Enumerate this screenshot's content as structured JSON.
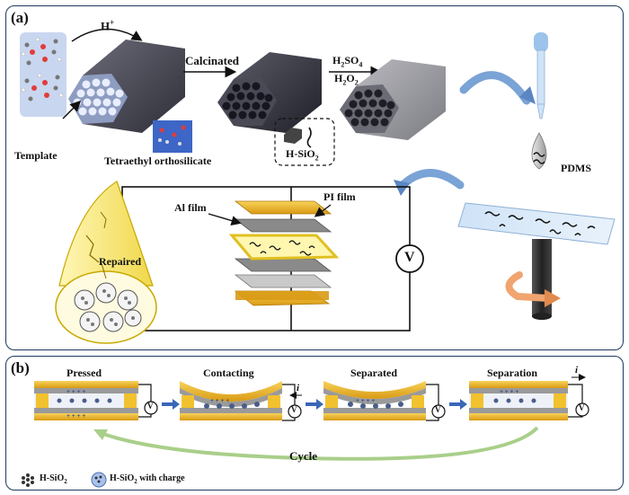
{
  "panel_a": {
    "label": "(a)",
    "acid": "H",
    "acid_sup": "+",
    "template": "Template",
    "tetraethyl": "Tetraethyl orthosilicate",
    "calcinated": "Calcinated",
    "h2so4": "H",
    "h2so4_sub": "2",
    "h2so4_tail": "SO",
    "h2so4_sub2": "4",
    "h2o2": "H",
    "h2o2_sub": "2",
    "h2o2_o": "O",
    "h2o2_sub2": "2",
    "hsio2": "H-SiO",
    "hsio2_sub": "2",
    "pdms": "PDMS",
    "al_film": "Al film",
    "pi_film": "PI film",
    "repaired": "Repaired",
    "voltmeter": "V"
  },
  "panel_b": {
    "label": "(b)",
    "stages": [
      "Pressed",
      "Contacting",
      "Separated",
      "Separation"
    ],
    "current": "i",
    "voltmeter": "V",
    "cycle": "Cycle",
    "legend_hsio2": "H-SiO",
    "legend_hsio2_sub": "2",
    "legend_charge_prefix": "H-SiO",
    "legend_charge_sub": "2",
    "legend_charge_suffix": " with charge",
    "plus_signs": "+ + + +"
  },
  "colors": {
    "border": "#1e3a5f",
    "gold": "#f2c12e",
    "gray": "#9a9a9a",
    "hexdark": "#3d3d45",
    "arrow_blue": "#7aa3d6"
  }
}
